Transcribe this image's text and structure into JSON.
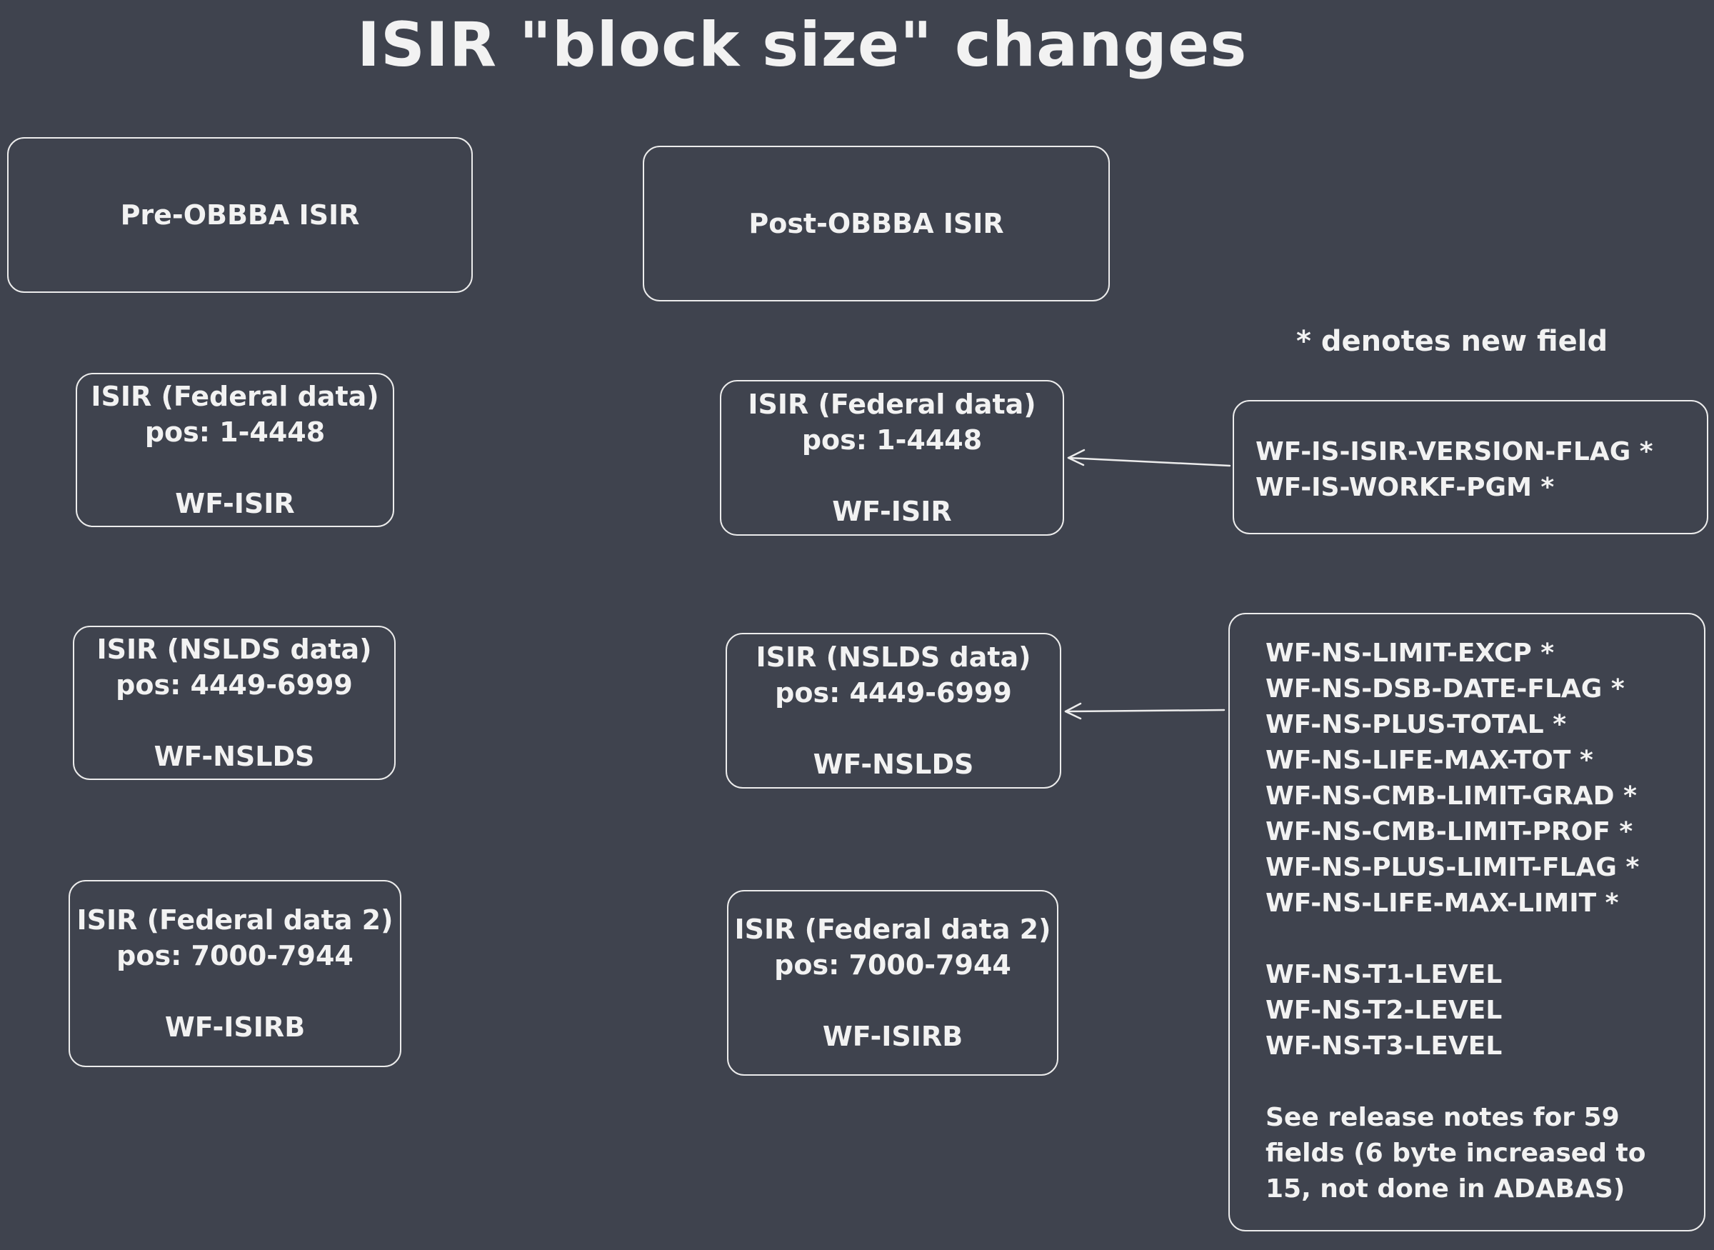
{
  "title": "ISIR \"block size\" changes",
  "headers": {
    "pre": "Pre-OBBBA ISIR",
    "post": "Post-OBBBA ISIR"
  },
  "note": "* denotes new field",
  "pre_blocks": [
    {
      "name": "ISIR (Federal data)",
      "pos": "pos: 1-4448",
      "id": "WF-ISIR"
    },
    {
      "name": "ISIR (NSLDS data)",
      "pos": "pos: 4449-6999",
      "id": "WF-NSLDS"
    },
    {
      "name": "ISIR (Federal data 2)",
      "pos": "pos: 7000-7944",
      "id": "WF-ISIRB"
    }
  ],
  "post_blocks": [
    {
      "name": "ISIR (Federal data)",
      "pos": "pos: 1-4448",
      "id": "WF-ISIR"
    },
    {
      "name": "ISIR (NSLDS data)",
      "pos": "pos: 4449-6999",
      "id": "WF-NSLDS"
    },
    {
      "name": "ISIR (Federal data 2)",
      "pos": "pos: 7000-7944",
      "id": "WF-ISIRB"
    }
  ],
  "federal_new_fields": [
    "WF-IS-ISIR-VERSION-FLAG *",
    "WF-IS-WORKF-PGM *"
  ],
  "nslds_new_fields": [
    "WF-NS-LIMIT-EXCP *",
    "WF-NS-DSB-DATE-FLAG *",
    "WF-NS-PLUS-TOTAL *",
    "WF-NS-LIFE-MAX-TOT *",
    "WF-NS-CMB-LIMIT-GRAD *",
    "WF-NS-CMB-LIMIT-PROF *",
    "WF-NS-PLUS-LIMIT-FLAG *",
    "WF-NS-LIFE-MAX-LIMIT *"
  ],
  "nslds_level_fields": [
    "WF-NS-T1-LEVEL",
    "WF-NS-T2-LEVEL",
    "WF-NS-T3-LEVEL"
  ],
  "release_note": "See release notes for 59\nfields (6 byte increased to\n15, not done in ADABAS)"
}
